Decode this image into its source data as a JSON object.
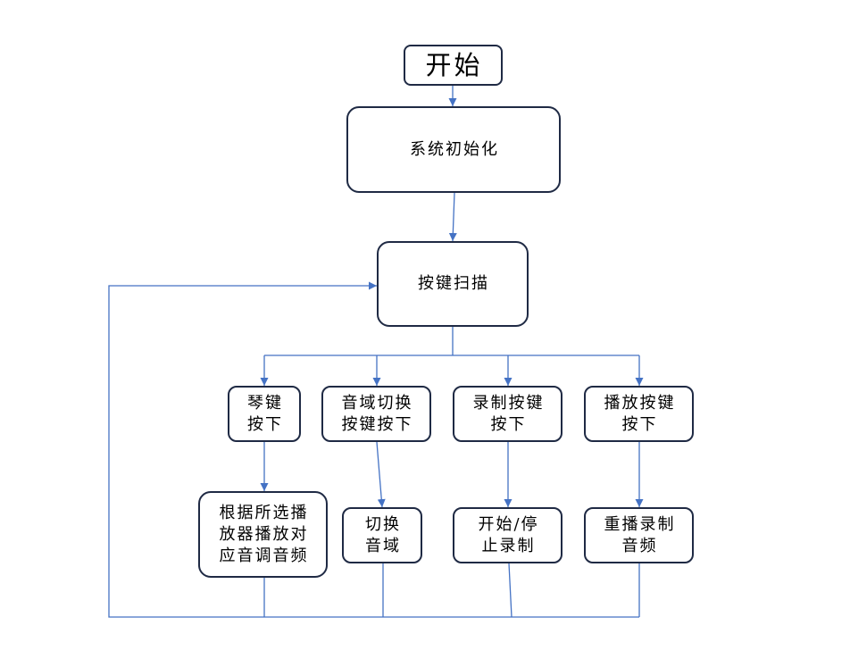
{
  "colors": {
    "node_border": "#1f2a44",
    "connector": "#4472c4",
    "text": "#000000",
    "background": "#ffffff"
  },
  "nodes": {
    "start": {
      "lines": [
        "开始"
      ]
    },
    "init": {
      "lines": [
        "系统初始化"
      ]
    },
    "scan": {
      "lines": [
        "按键扫描"
      ]
    },
    "k1": {
      "lines": [
        "琴键",
        "按下"
      ]
    },
    "k2": {
      "lines": [
        "音域切换",
        "按键按下"
      ]
    },
    "k3": {
      "lines": [
        "录制按键",
        "按下"
      ]
    },
    "k4": {
      "lines": [
        "播放按键",
        "按下"
      ]
    },
    "a1": {
      "lines": [
        "根据所选播",
        "放器播放对",
        "应音调音频"
      ]
    },
    "a2": {
      "lines": [
        "切换",
        "音域"
      ]
    },
    "a3": {
      "lines": [
        "开始/停",
        "止录制"
      ]
    },
    "a4": {
      "lines": [
        "重播录制",
        "音频"
      ]
    }
  }
}
